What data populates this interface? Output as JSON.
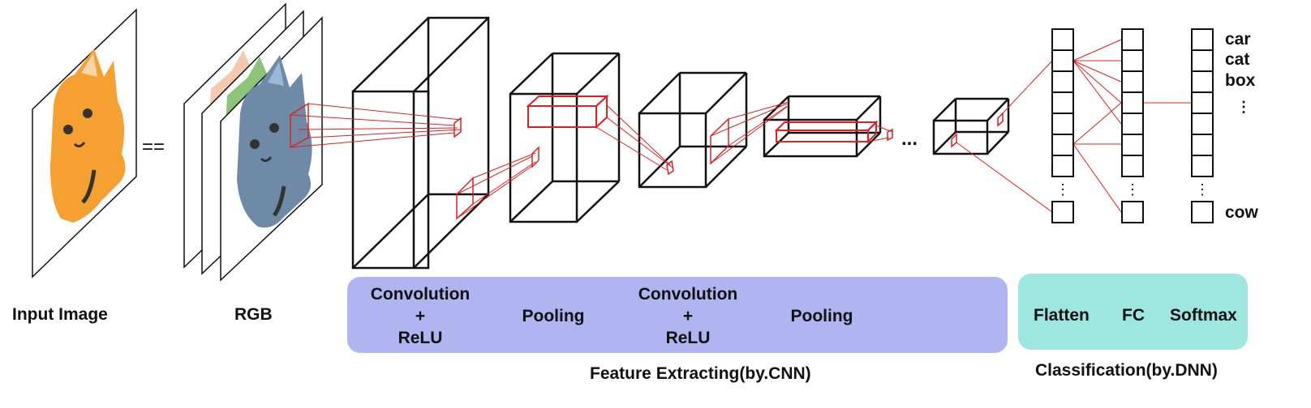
{
  "labels": {
    "input_image": "Input Image",
    "rgb": "RGB",
    "equals": "==",
    "ellipsis": "...",
    "feature_caption": "Feature Extracting(by.CNN)",
    "classification_caption": "Classification(by.DNN)"
  },
  "cnn_stages": [
    {
      "line1": "Convolution",
      "line2": "+",
      "line3": "ReLU"
    },
    {
      "line1": "Pooling"
    },
    {
      "line1": "Convolution",
      "line2": "+",
      "line3": "ReLU"
    },
    {
      "line1": "Pooling"
    }
  ],
  "dnn_stages": [
    "Flatten",
    "FC",
    "Softmax"
  ],
  "classes": [
    "car",
    "cat",
    "box",
    "⋮",
    "cow"
  ],
  "colors": {
    "cnn_panel": "#b0b4f0",
    "dnn_panel": "#9ee6e0",
    "connection": "#e02020",
    "cat_orange": "#f5a030",
    "cat_blue": "#6f8aa6",
    "cat_green": "#8cc47a",
    "cat_pink": "#f3c9b0"
  }
}
